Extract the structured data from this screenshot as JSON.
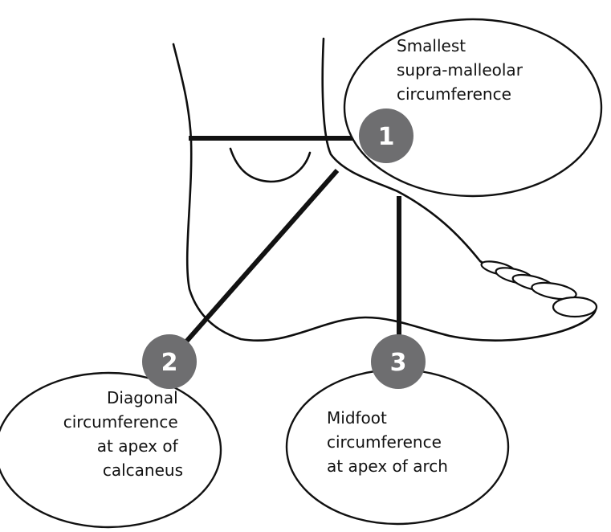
{
  "colors": {
    "badge": "#6e6e70",
    "badge_text": "#ffffff",
    "line": "#121212"
  },
  "measurements": [
    {
      "number": "1",
      "lines": [
        "Smallest",
        "supra-malleolar",
        "circumference"
      ]
    },
    {
      "number": "2",
      "lines": [
        "Diagonal",
        "circumference",
        "at apex of",
        "calcaneus"
      ]
    },
    {
      "number": "3",
      "lines": [
        "Midfoot",
        "circumference",
        "at apex of arch"
      ]
    }
  ]
}
